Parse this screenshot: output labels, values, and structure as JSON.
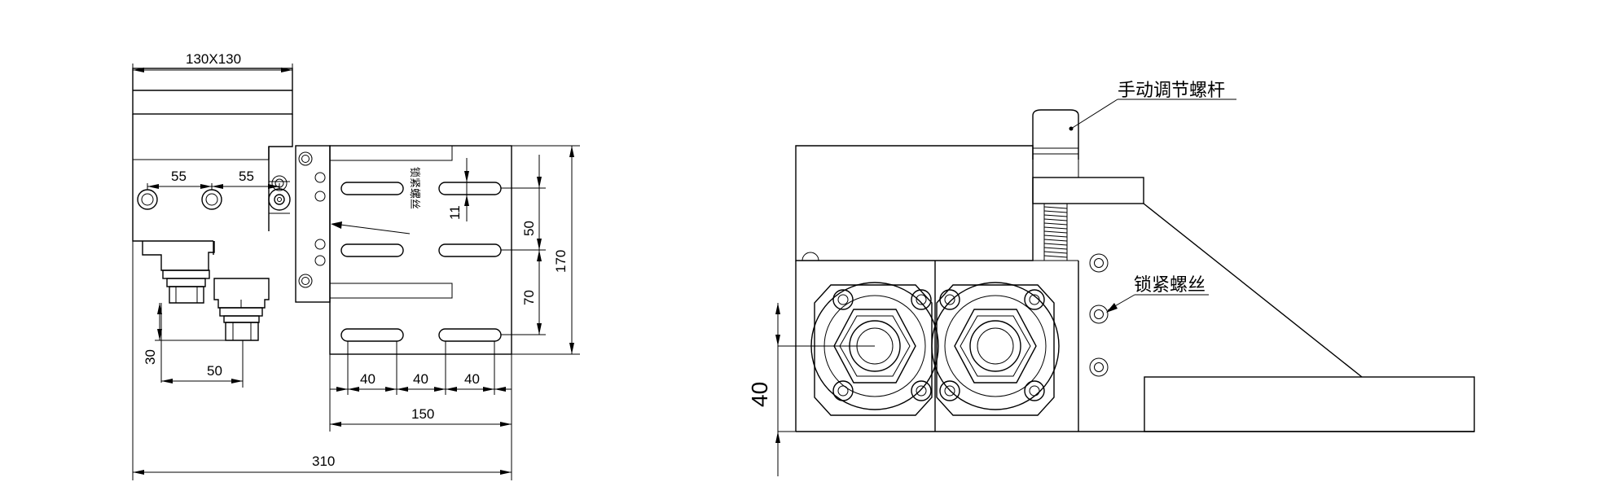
{
  "drawing": {
    "left_view": {
      "dimensions": {
        "top_width": "130X130",
        "hole_spacing_a": "55",
        "hole_spacing_b": "55",
        "slot_width": "11",
        "slot_pitch_a": "50",
        "slot_pitch_b": "70",
        "plate_height": "170",
        "slot_len_a": "40",
        "slot_len_b": "40",
        "slot_len_c": "40",
        "plate_width": "150",
        "overall_width": "310",
        "spindle_offset_x": "50",
        "spindle_offset_y": "30"
      },
      "vertical_label": "锁紧螺丝"
    },
    "right_view": {
      "labels": {
        "manual_screw": "手动调节螺杆",
        "lock_screw": "锁紧螺丝"
      },
      "dimensions": {
        "height_40": "40"
      }
    }
  }
}
